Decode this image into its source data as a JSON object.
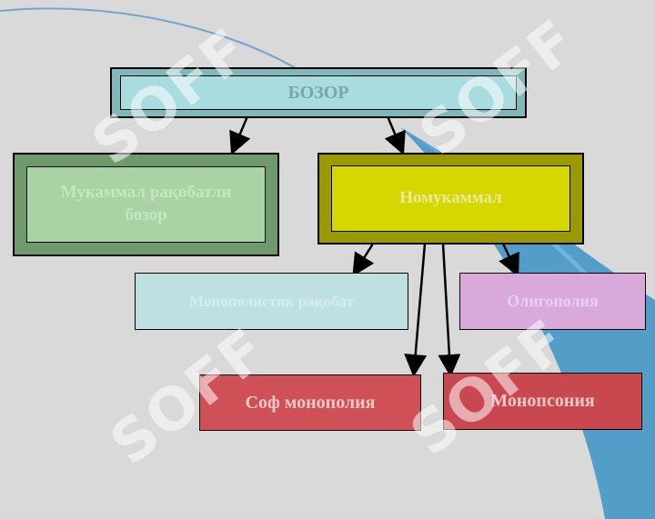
{
  "diagram": {
    "top": {
      "label": "БОЗОР"
    },
    "left": {
      "label": "Мукаммал рақобатли бозор"
    },
    "right": {
      "label": "Номукаммал"
    },
    "mid_left": {
      "label": "Монополистик рақобат"
    },
    "mid_right": {
      "label": "Олигополия"
    },
    "bottom_left": {
      "label": "Соф монополия"
    },
    "bottom_right": {
      "label": "Монопсония"
    }
  },
  "watermark": {
    "text": "SOFF"
  },
  "colors": {
    "background": "#d9d9d9",
    "top": "#a8dcdf",
    "left": "#a9d3a4",
    "right": "#d6d600",
    "mid_left": "#bfe0e2",
    "mid_right": "#d9a9dc",
    "bottom": "#d05058",
    "swoosh": "#3a93c4"
  }
}
